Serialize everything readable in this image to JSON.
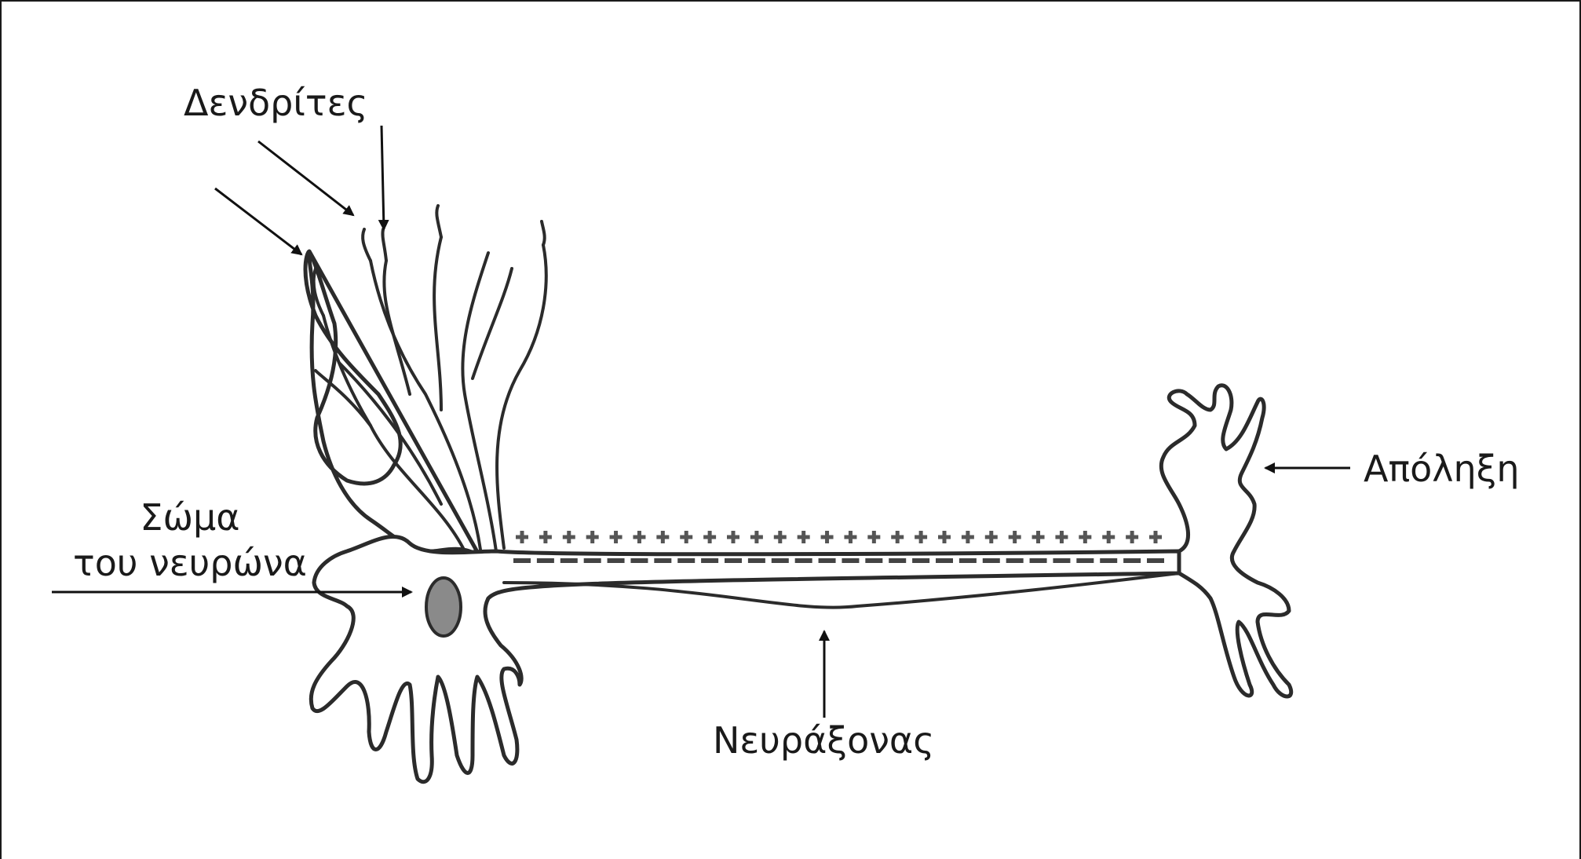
{
  "labels": {
    "dendrites": "Δενδρίτες",
    "cell_body_line1": "Σώμα",
    "cell_body_line2": "του νευρώνα",
    "terminal": "Απόληξη",
    "axon": "Νευράξονας"
  },
  "membrane": {
    "positive_charges": 28,
    "negative_charges": 28
  },
  "colors": {
    "outline": "#2b2b2b",
    "nucleus": "#8a8a8a",
    "text": "#1a1a1a"
  }
}
